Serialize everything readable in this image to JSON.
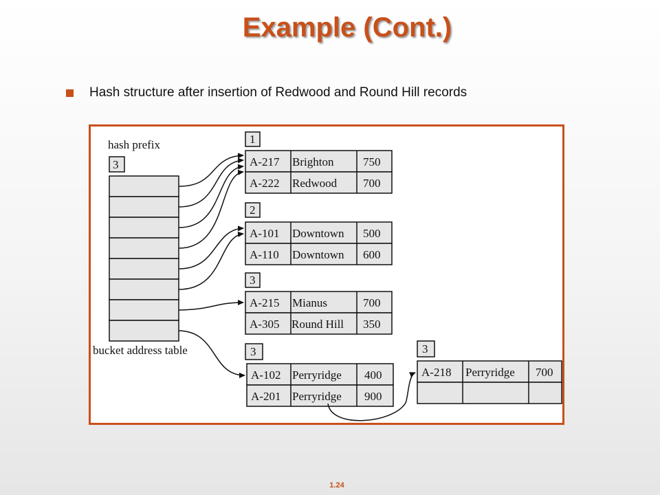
{
  "slide": {
    "title": "Example (Cont.)",
    "bullet": "Hash structure after insertion of Redwood and Round Hill records",
    "page_number": "1.24",
    "accent_color": "#c8501a"
  },
  "diagram": {
    "hash_prefix_label": "hash prefix",
    "hash_prefix_value": "3",
    "table_label": "bucket address table",
    "buckets": [
      {
        "local_depth": "1",
        "records": [
          [
            "A-217",
            "Brighton",
            "750"
          ],
          [
            "A-222",
            "Redwood",
            "700"
          ]
        ]
      },
      {
        "local_depth": "2",
        "records": [
          [
            "A-101",
            "Downtown",
            "500"
          ],
          [
            "A-110",
            "Downtown",
            "600"
          ]
        ]
      },
      {
        "local_depth": "3",
        "records": [
          [
            "A-215",
            "Mianus",
            "700"
          ],
          [
            "A-305",
            "Round Hill",
            "350"
          ]
        ]
      },
      {
        "local_depth": "3",
        "records": [
          [
            "A-102",
            "Perryridge",
            "400"
          ],
          [
            "A-201",
            "Perryridge",
            "900"
          ]
        ]
      },
      {
        "local_depth": "3",
        "records": [
          [
            "A-218",
            "Perryridge",
            "700"
          ],
          [
            "",
            "",
            ""
          ]
        ]
      }
    ]
  }
}
